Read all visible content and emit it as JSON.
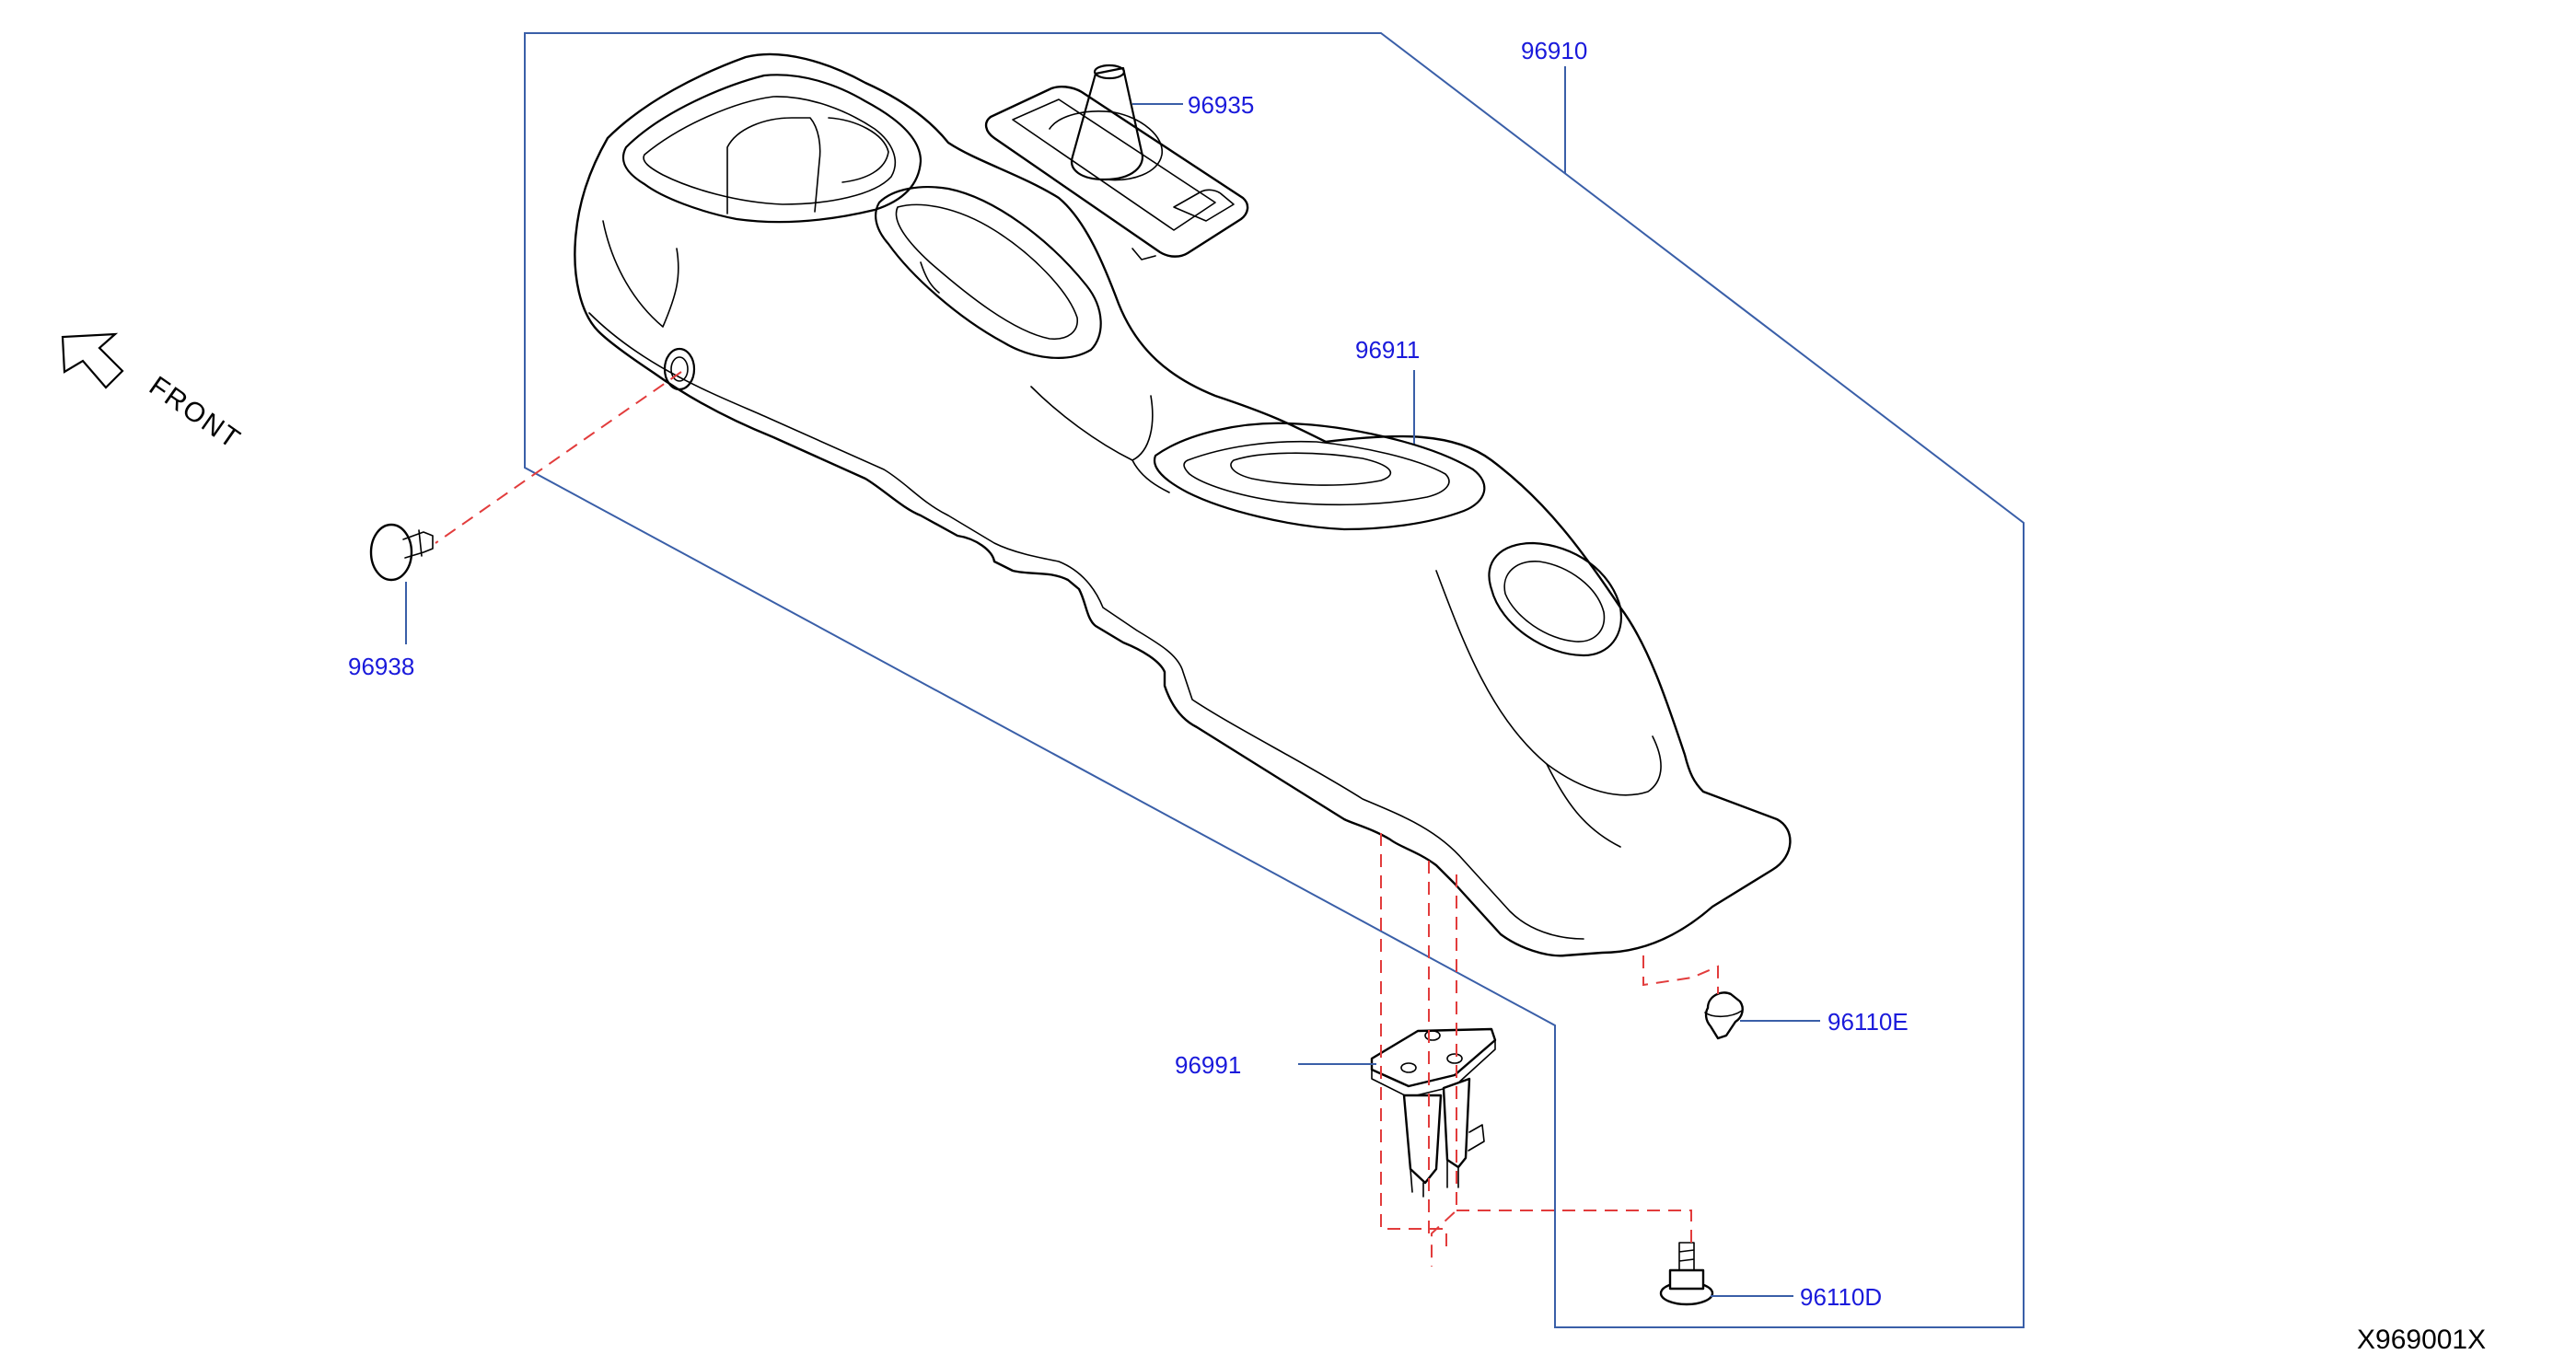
{
  "colors": {
    "callout_text": "#1a1adb",
    "leader_line": "#3a5fa8",
    "dashed_line": "#e23c3c",
    "outline": "#000000"
  },
  "direction_indicator": {
    "label": "FRONT",
    "icon": "arrow-up-left-icon"
  },
  "diagram_code": "X969001X",
  "callouts": {
    "console_assembly": "96910",
    "shift_boot": "96935",
    "console_body": "96911",
    "clip": "96938",
    "bracket": "96991",
    "clip_e": "96110E",
    "bolt_d": "96110D"
  }
}
